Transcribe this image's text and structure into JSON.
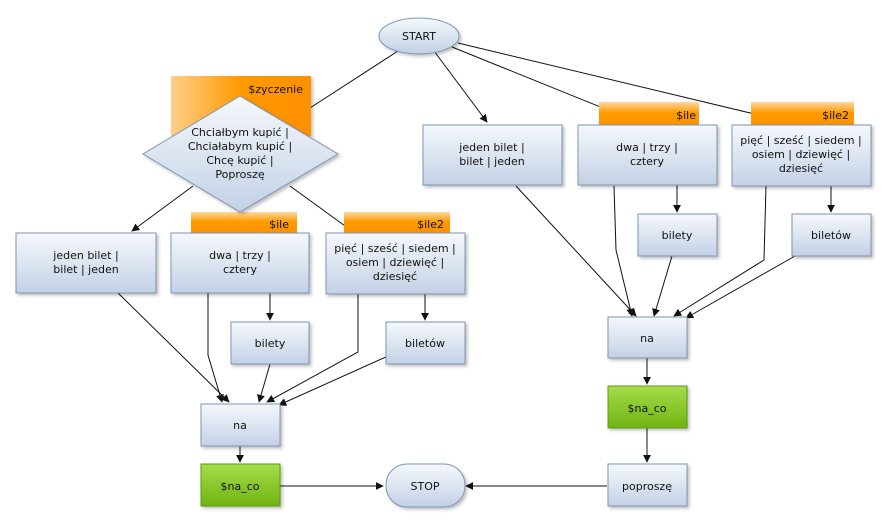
{
  "nodes": {
    "start": "START",
    "stop": "STOP",
    "diamond": [
      "Chciałbym kupić |",
      "Chciałabym kupić |",
      "Chcę kupić |",
      "Poproszę"
    ],
    "l_jeden": [
      "jeden bilet |",
      "bilet | jeden"
    ],
    "l_dwa": [
      "dwa | trzy |",
      "cztery"
    ],
    "l_piec": [
      "pięć | sześć | siedem |",
      "osiem | dziewięć |",
      "dziesięć"
    ],
    "l_bilety": "bilety",
    "l_biletow": "biletów",
    "l_na": "na",
    "l_naco": "$na_co",
    "r_jeden": [
      "jeden bilet |",
      "bilet | jeden"
    ],
    "r_dwa": [
      "dwa | trzy |",
      "cztery"
    ],
    "r_piec": [
      "pięć | sześć | siedem |",
      "osiem | dziewięć |",
      "dziesięć"
    ],
    "r_bilety": "bilety",
    "r_biletow": "biletów",
    "r_na": "na",
    "r_naco": "$na_co",
    "r_poprosze": "poproszę"
  },
  "tags": {
    "zyczenie": "$zyczenie",
    "l_ile": "$ile",
    "l_ile2": "$ile2",
    "r_ile": "$ile",
    "r_ile2": "$ile2"
  },
  "colors": {
    "box_top": "#f3f6fb",
    "box_bottom": "#c6d3e6",
    "box_border": "#7f95b4",
    "tag_orange": "#ff9a00",
    "tag_orange_light": "#ffd9a0",
    "green": "#7dc21e",
    "green_light": "#a8e050"
  }
}
